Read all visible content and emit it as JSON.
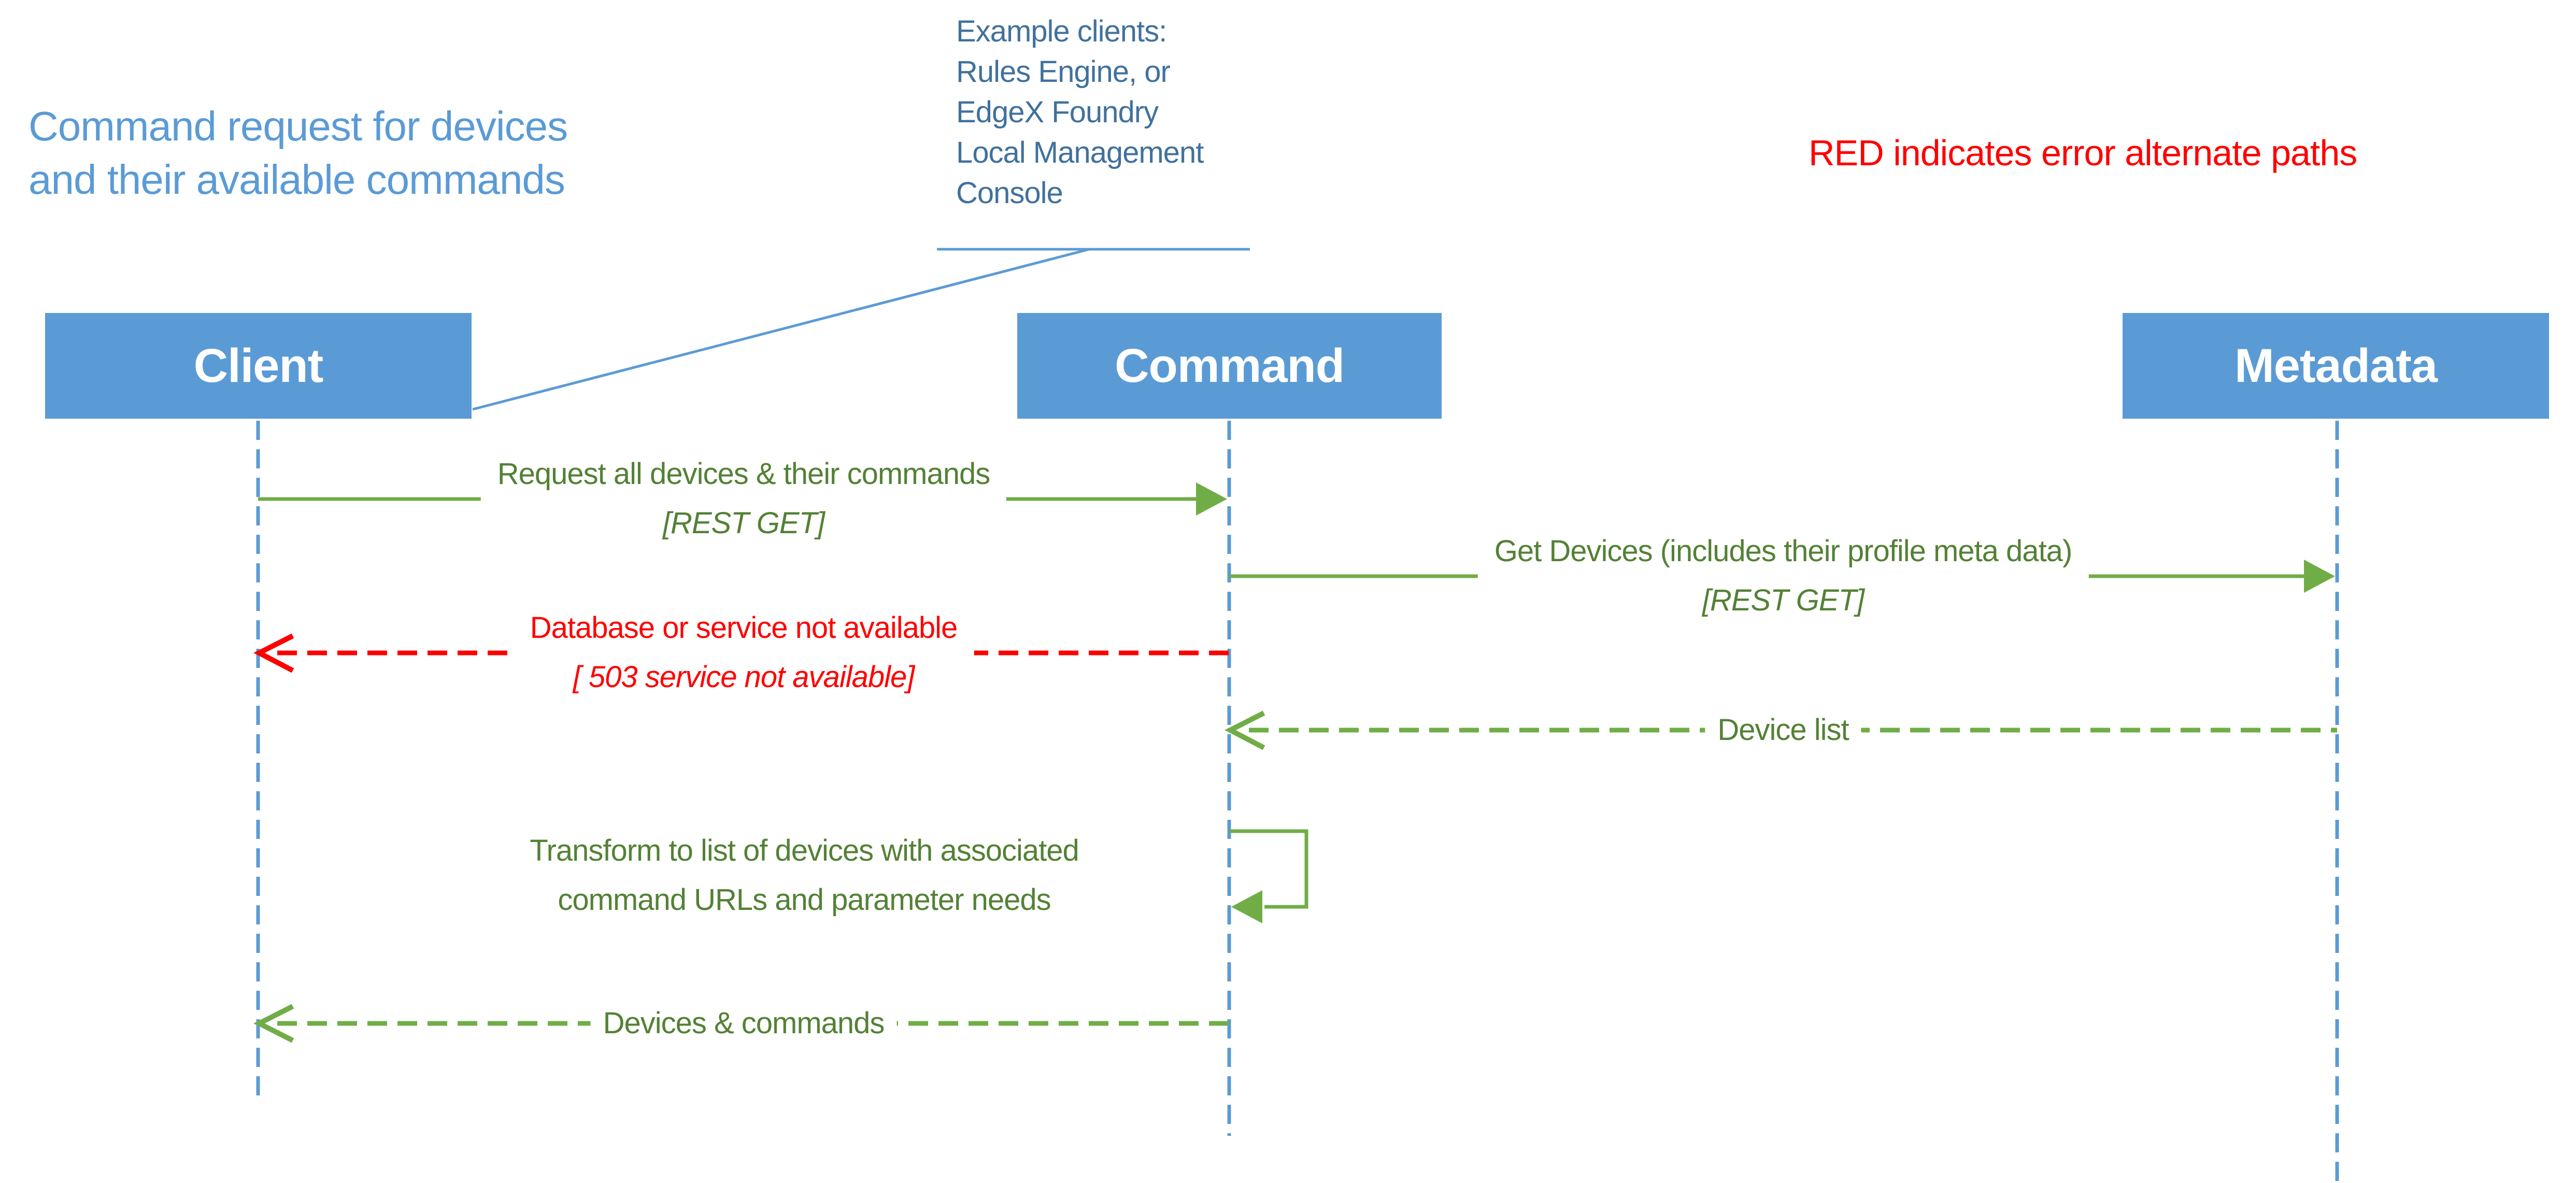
{
  "title": {
    "text": "Command request for devices\nand their available commands",
    "color": "#5B9BD5"
  },
  "note": {
    "text": "Example clients:\nRules Engine, or\nEdgeX Foundry\nLocal Management\nConsole",
    "color": "#41719C",
    "points_to": "Client"
  },
  "legend": {
    "text": "RED indicates error alternate paths",
    "color": "#FF0000"
  },
  "actors": [
    {
      "name": "Client"
    },
    {
      "name": "Command"
    },
    {
      "name": "Metadata"
    }
  ],
  "messages": [
    {
      "id": "request-all-devices",
      "from": "Client",
      "to": "Command",
      "line1": "Request all devices & their commands",
      "line2": "[REST GET]",
      "line_style": "solid",
      "color": "green"
    },
    {
      "id": "get-devices",
      "from": "Command",
      "to": "Metadata",
      "line1": "Get Devices (includes their profile meta data)",
      "line2": "[REST GET]",
      "line_style": "solid",
      "color": "green"
    },
    {
      "id": "service-not-available",
      "from": "Command",
      "to": "Client",
      "line1": "Database or service not available",
      "line2": "[ 503 service not available]",
      "line_style": "dashed",
      "color": "red"
    },
    {
      "id": "device-list",
      "from": "Metadata",
      "to": "Command",
      "label": "Device list",
      "line_style": "dashed",
      "color": "green"
    },
    {
      "id": "transform-self-loop",
      "from": "Command",
      "to": "Command",
      "line1": "Transform to list of devices with associated",
      "line2": "command URLs and parameter needs",
      "line_style": "solid",
      "color": "green"
    },
    {
      "id": "devices-and-commands",
      "from": "Command",
      "to": "Client",
      "label": "Devices & commands",
      "line_style": "dashed",
      "color": "green"
    }
  ],
  "colors": {
    "actor_fill": "#5B9BD5",
    "actor_text": "#FFFFFF",
    "lifeline_blue": "#5B9BD5",
    "title_blue": "#5B9BD5",
    "note_blue": "#41719C",
    "arrow_green": "#70AD47",
    "message_text_green": "#538135",
    "error_red": "#FF0000",
    "background": "#FFFFFF"
  }
}
